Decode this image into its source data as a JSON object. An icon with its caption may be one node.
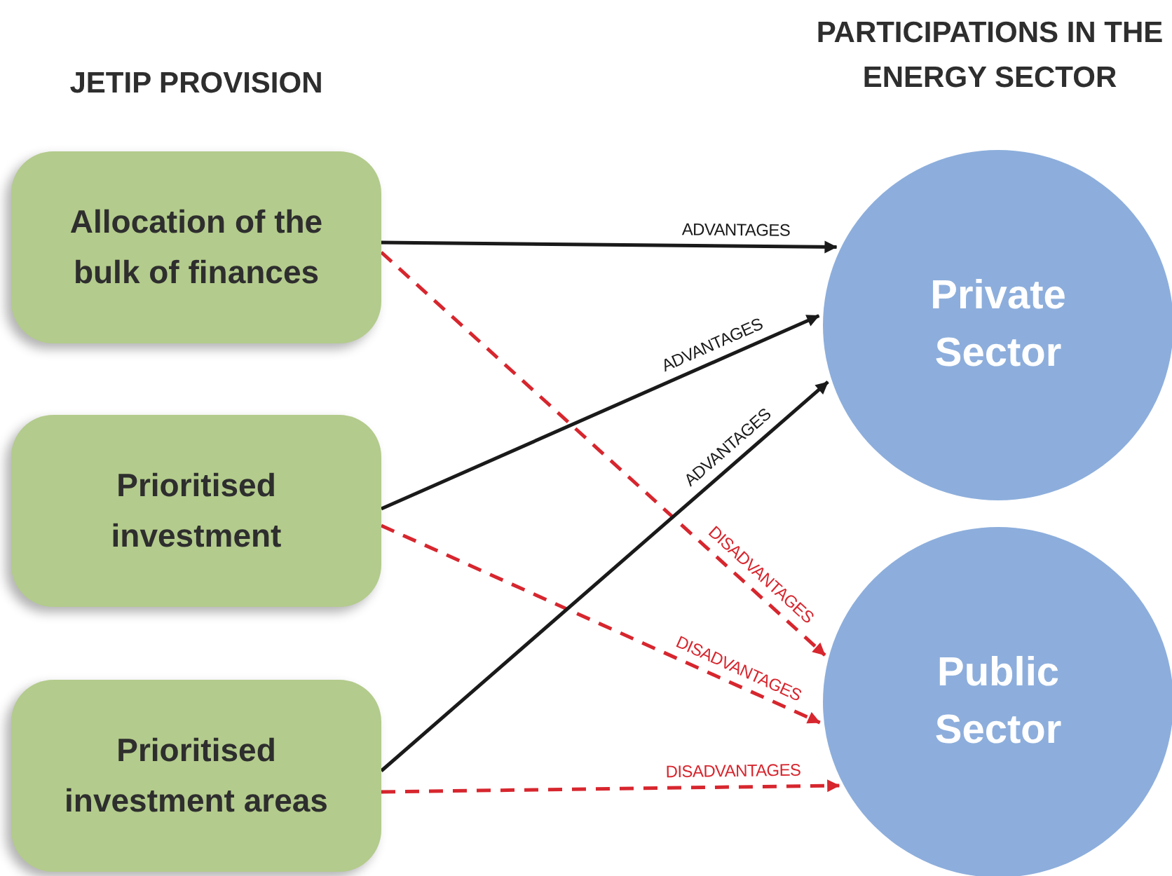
{
  "diagram": {
    "nodes": [
      {
        "text": [
          "Allocation of the bulk of finances"
        ]
      },
      {
        "text": [
          "Prioritised investment"
        ]
      },
      {
        "text": [
          "Prioritised investment areas"
        ]
      },
      {
        "text": [
          "Private Sector"
        ]
      },
      {
        "text": [
          "Public Sector"
        ]
      }
    ],
    "edges": [
      {
        "from": 0,
        "to": 3,
        "arrow": "to",
        "label": "ADVANTAGES"
      },
      {
        "from": 0,
        "to": 4,
        "arrow": "to",
        "label": "DISADVANTAGES",
        "style": "dashed",
        "color": "#d7262e"
      },
      {
        "from": 1,
        "to": 3,
        "arrow": "to",
        "label": "ADVANTAGES"
      },
      {
        "from": 1,
        "to": 4,
        "arrow": "to",
        "label": "DISADVANTAGES",
        "style": "dashed",
        "color": "#d7262e"
      },
      {
        "from": 2,
        "to": 3,
        "arrow": "to",
        "label": "ADVANTAGES"
      },
      {
        "from": 2,
        "to": 4,
        "arrow": "to",
        "label": "DISADVANTAGES",
        "style": "dashed",
        "color": "#d7262e"
      }
    ],
    "labels": [
      "JETIP PROVISION",
      "PARTICIPATIONS IN THE ENERGY SECTOR"
    ]
  }
}
